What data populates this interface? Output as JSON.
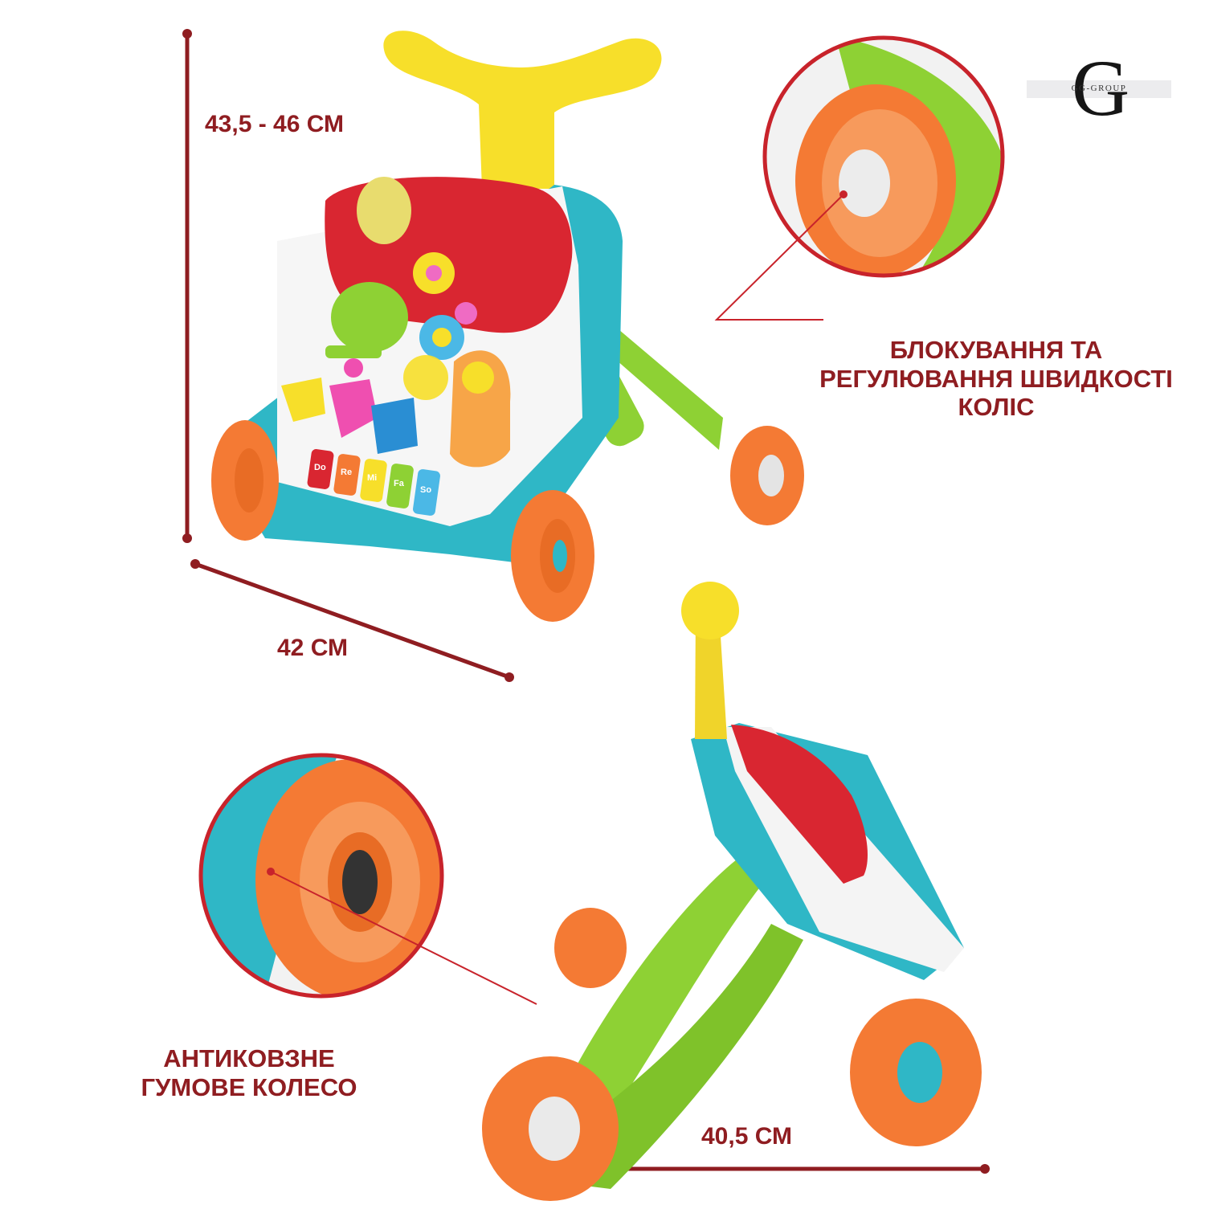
{
  "dimensions": {
    "height": "43,5 - 46 СМ",
    "width_front": "42 СМ",
    "length_side": "40,5 СМ"
  },
  "features": {
    "wheel_lock": "БЛОКУВАННЯ ТА РЕГУЛЮВАННЯ ШВИДКОСТІ КОЛІС",
    "rubber_wheel": "АНТИКОВЗНЕ ГУМОВЕ КОЛЕСО"
  },
  "piano_keys": [
    "Do",
    "Re",
    "Mi",
    "Fa",
    "So"
  ],
  "logo": {
    "letter": "G",
    "wordmark": "GG-GROUP"
  },
  "colors": {
    "annotation": "#8f1d21",
    "accent_red": "#c8232b",
    "orange": "#f47a34",
    "yellow": "#f7df2a",
    "teal": "#2fb7c6",
    "green": "#8ed134"
  }
}
